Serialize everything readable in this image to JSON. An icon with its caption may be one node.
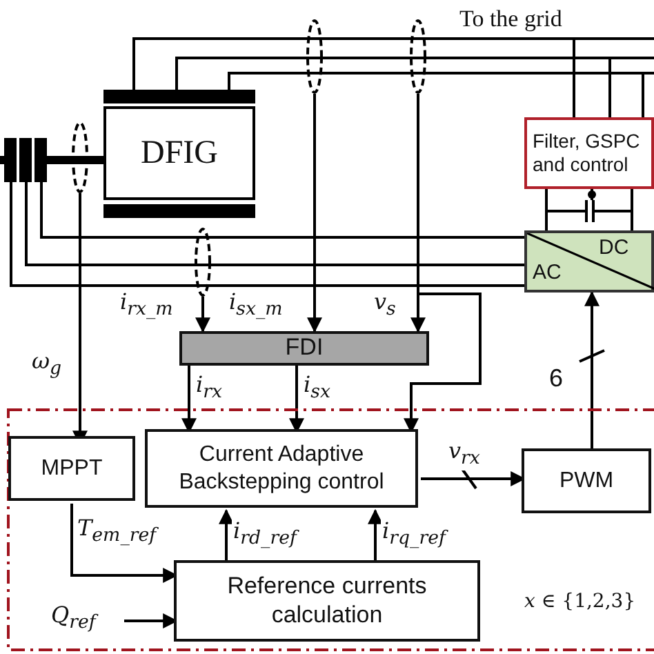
{
  "diagram": {
    "nodes": [
      {
        "text": [
          "DFIG"
        ]
      },
      {
        "text": [],
        "shape": "bar"
      },
      {
        "text": [
          "Filter, GSPC and control"
        ]
      },
      {
        "text": [
          "AC",
          "DC"
        ]
      },
      {
        "text": [],
        "shape": "ellipse"
      },
      {
        "text": [],
        "shape": "ellipse"
      },
      {
        "text": [],
        "shape": "ellipse"
      },
      {
        "text": [],
        "shape": "ellipse"
      },
      {
        "text": [
          "FDI"
        ]
      },
      {
        "text": [],
        "shape": "box"
      },
      {
        "text": [
          "MPPT"
        ],
        "in": 9
      },
      {
        "text": [
          "Current Adaptive Backstepping control"
        ],
        "in": 9
      },
      {
        "text": [
          "PWM"
        ],
        "in": 9
      },
      {
        "text": [
          "Reference currents calculation"
        ],
        "in": 9
      }
    ],
    "edges": [
      {
        "from": 0,
        "to": 2,
        "arrow": "none"
      },
      {
        "from": 0,
        "to": 2,
        "arrow": "none"
      },
      {
        "from": 0,
        "to": 2,
        "arrow": "none"
      },
      {
        "from": 1,
        "to": 3,
        "arrow": "none"
      },
      {
        "from": 1,
        "to": 3,
        "arrow": "none"
      },
      {
        "from": 1,
        "to": 3,
        "arrow": "none"
      },
      {
        "from": 2,
        "to": 3,
        "arrow": "none"
      },
      {
        "from": 2,
        "to": 3,
        "arrow": "none"
      },
      {
        "from": 4,
        "to": 10,
        "arrow": "to",
        "label": "ω$_{g}$"
      },
      {
        "from": 5,
        "to": 8,
        "arrow": "to",
        "label": "i$_{rx_m}$"
      },
      {
        "from": 6,
        "to": 8,
        "arrow": "to",
        "label": "i$_{sx_m}$"
      },
      {
        "from": 7,
        "to": 8,
        "arrow": "to",
        "label": "v$_{s}$"
      },
      {
        "from": 7,
        "to": 11,
        "arrow": "to"
      },
      {
        "from": 8,
        "to": 11,
        "arrow": "to",
        "label": "i$_{rx}$"
      },
      {
        "from": 8,
        "to": 11,
        "arrow": "to",
        "label": "i$_{sx}$"
      },
      {
        "from": 11,
        "to": 12,
        "arrow": "to",
        "label": "v$_{rx}$"
      },
      {
        "from": 12,
        "to": 3,
        "arrow": "to",
        "label": "6"
      },
      {
        "from": 10,
        "to": 13,
        "arrow": "to",
        "label": "T$_{em_ref}$"
      },
      {
        "from": 13,
        "to": 11,
        "arrow": "to",
        "label": "i$_{rd_ref}$"
      },
      {
        "from": 13,
        "to": 11,
        "arrow": "to",
        "label": "i$_{rq_ref}$"
      },
      {
        "from": null,
        "to": 13,
        "arrow": "to",
        "label": "Q$_{ref}$"
      },
      {
        "from": 1,
        "to": 0,
        "arrow": "none",
        "style": "thick"
      }
    ],
    "labels": [
      "To the grid",
      "*x* ∈ {1,2,3}"
    ]
  }
}
